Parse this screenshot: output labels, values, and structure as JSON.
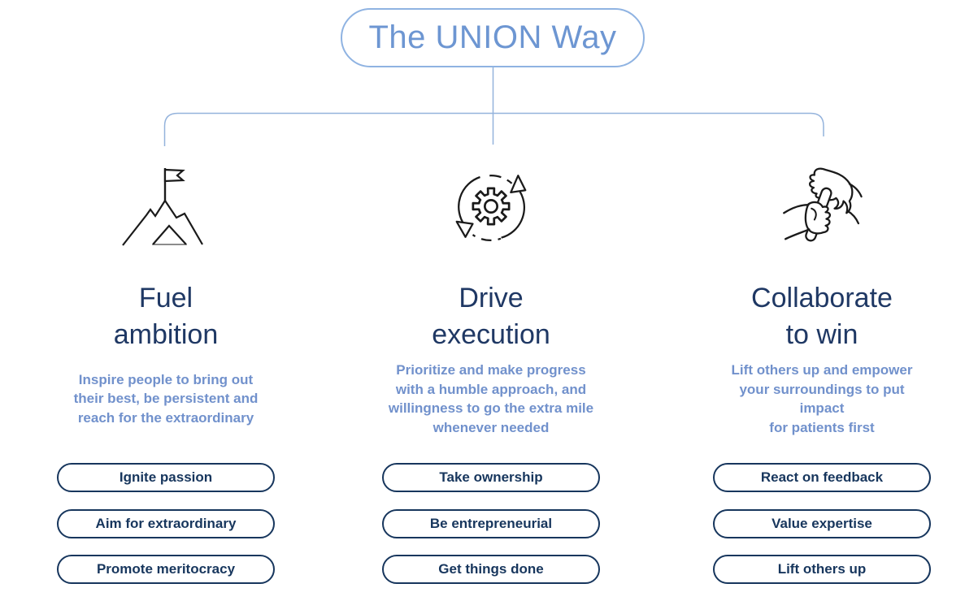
{
  "title": {
    "text": "The UNION Way"
  },
  "colors": {
    "title_blue": "#6D96D2",
    "title_pill_border": "#8FB3E2",
    "connector_blue": "#94B3DC",
    "heading_navy": "#1F3864",
    "description_blue": "#7191CC",
    "value_pill_navy": "#17365D",
    "icon_ink": "#1a1a1a",
    "background": "#ffffff"
  },
  "columns": [
    {
      "id": "fuel-ambition",
      "icon": "mountain-flag-icon",
      "heading": "Fuel\nambition",
      "description": "Inspire people to bring out\ntheir best, be persistent and\nreach for the extraordinary",
      "pills": [
        "Ignite passion",
        "Aim for extraordinary",
        "Promote meritocracy"
      ]
    },
    {
      "id": "drive-execution",
      "icon": "gear-cycle-arrows-icon",
      "heading": "Drive\nexecution",
      "description": "Prioritize and make progress\nwith a humble approach, and\nwillingness to go the extra mile\nwhenever needed",
      "pills": [
        "Take ownership",
        "Be entrepreneurial",
        "Get things done"
      ]
    },
    {
      "id": "collaborate-to-win",
      "icon": "relay-baton-handoff-icon",
      "heading": "Collaborate\nto win",
      "description": "Lift others up and empower\nyour surroundings to put\nimpact\nfor patients first",
      "pills": [
        "React on feedback",
        "Value expertise",
        "Lift others up"
      ]
    }
  ]
}
